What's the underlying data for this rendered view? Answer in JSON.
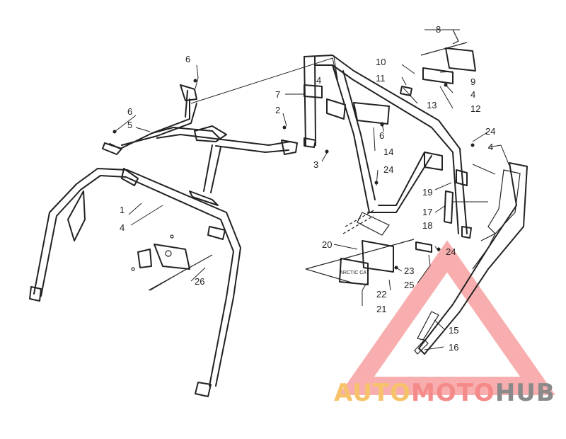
{
  "callouts": {
    "c1": "1",
    "c2": "2",
    "c3": "3",
    "c4a": "4",
    "c4b": "4",
    "c4c": "4",
    "c4d": "4",
    "c5": "5",
    "c6a": "6",
    "c6b": "6",
    "c6c": "6",
    "c7": "7",
    "c8": "8",
    "c9": "9",
    "c10": "10",
    "c11": "11",
    "c12": "12",
    "c13": "13",
    "c14": "14",
    "c15": "15",
    "c16": "16",
    "c17": "17",
    "c18": "18",
    "c19": "19",
    "c20": "20",
    "c21": "21",
    "c22": "22",
    "c23": "23",
    "c24a": "24",
    "c24b": "24",
    "c24c": "24",
    "c25": "25",
    "c26": "26"
  },
  "badge": {
    "text": "ARCTIC CAT"
  },
  "watermark": {
    "auto": "AUTO",
    "moto": "MOTO",
    "hub": "HUB",
    "colors": {
      "auto": "#f6c36b",
      "moto": "#f58a8a",
      "hub": "#8a8a8a",
      "triangle": "#f26b6b"
    }
  }
}
